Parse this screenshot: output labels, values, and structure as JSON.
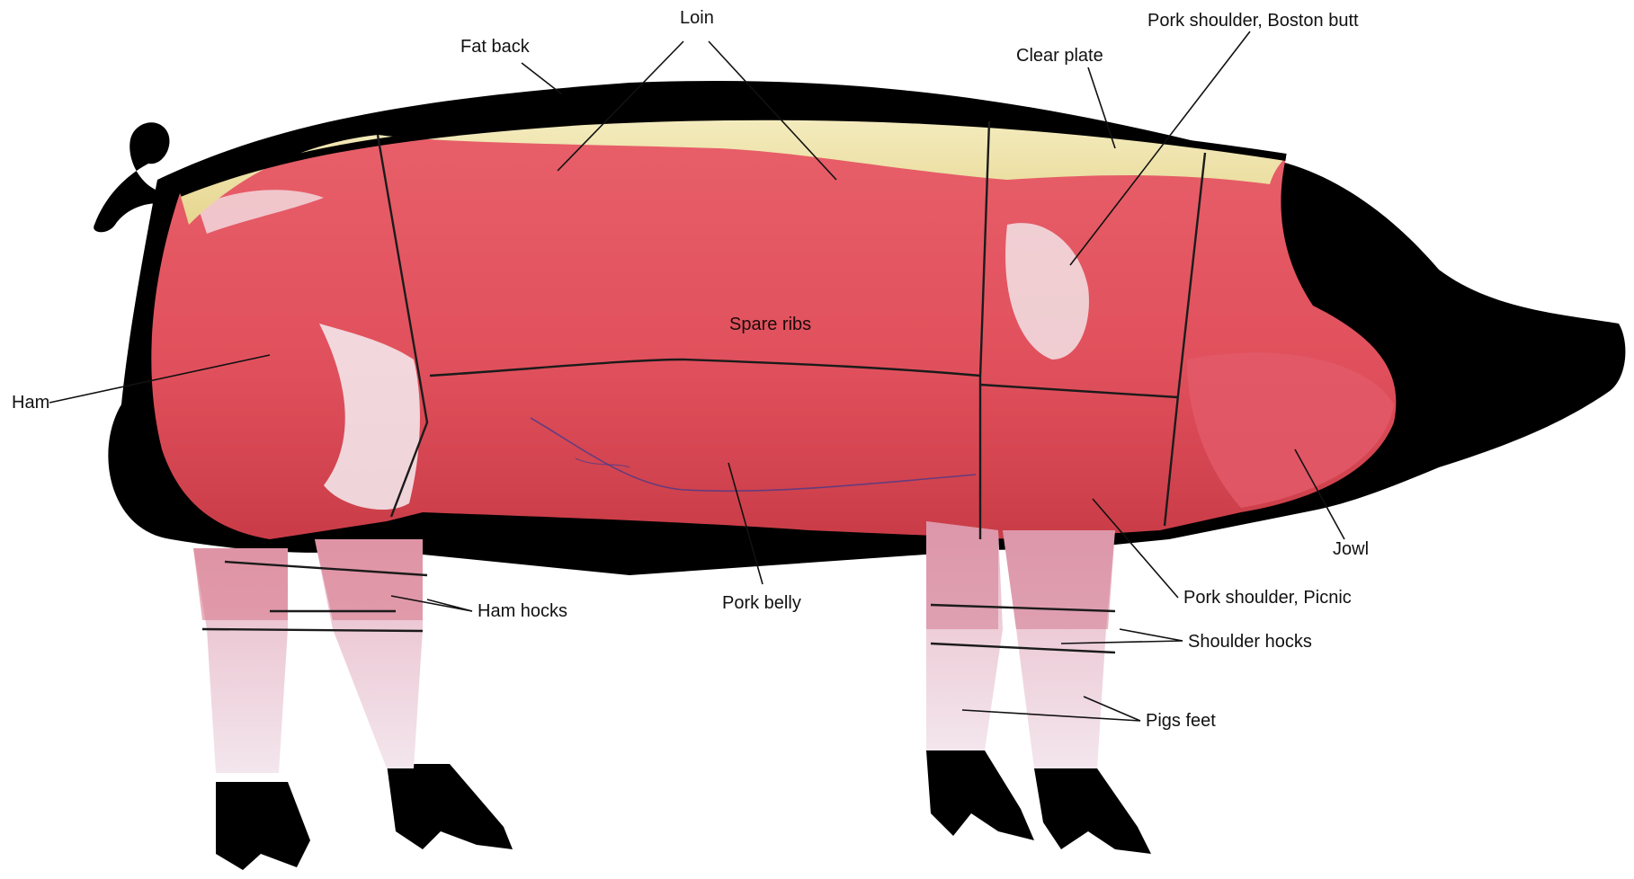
{
  "labels": {
    "loin": "Loin",
    "fat_back": "Fat back",
    "clear_plate": "Clear plate",
    "boston_butt": "Pork shoulder, Boston butt",
    "ham": "Ham",
    "spare_ribs": "Spare ribs",
    "jowl": "Jowl",
    "picnic": "Pork shoulder, Picnic",
    "ham_hocks": "Ham hocks",
    "pork_belly": "Pork belly",
    "shoulder_hocks": "Shoulder hocks",
    "pigs_feet": "Pigs feet"
  },
  "colors": {
    "muscle": "#e0505c",
    "muscle_dark": "#c8353f",
    "fat": "#efe3a8",
    "silhouette": "#000000",
    "tendon": "#ece8ef"
  }
}
